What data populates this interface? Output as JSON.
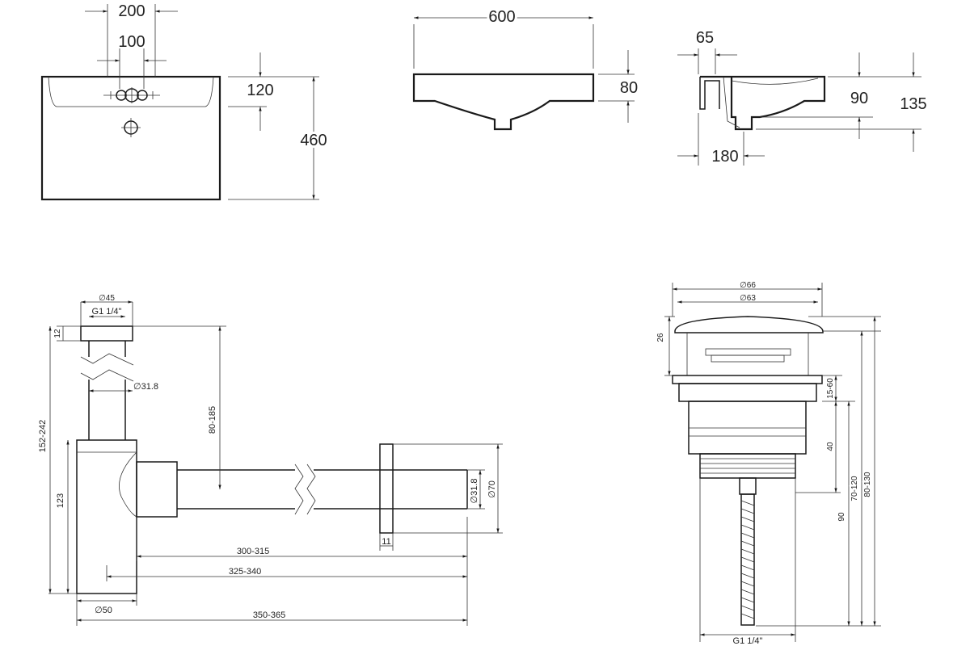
{
  "basin_front": {
    "w_200": "200",
    "w_100": "100",
    "h_120": "120",
    "h_460": "460"
  },
  "basin_side": {
    "w_600": "600",
    "h_80": "80"
  },
  "basin_section": {
    "w_65": "65",
    "h_90": "90",
    "h_135": "135",
    "w_180": "180"
  },
  "siphon": {
    "d45": "∅45",
    "g1": "G1 1/4\"",
    "h12": "12",
    "d318_top": "∅31.8",
    "h80_185": "80-185",
    "h152_242": "152-242",
    "h123": "123",
    "d318_right": "∅31.8",
    "d70": "∅70",
    "w11": "11",
    "w300_315": "300-315",
    "w325_340": "325-340",
    "d50": "∅50",
    "w350_365": "350-365"
  },
  "drain": {
    "d66": "∅66",
    "d63": "∅63",
    "h26": "26",
    "h15_60": "15-60",
    "h40": "40",
    "h90": "90",
    "h70_120": "70-120",
    "h80_130": "80-130",
    "g1": "G1 1/4\""
  }
}
